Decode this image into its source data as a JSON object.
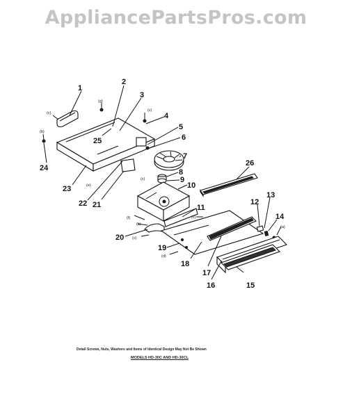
{
  "watermark": "AppliancePartsPros.com",
  "callouts": [
    "1",
    "2",
    "3",
    "4",
    "5",
    "6",
    "7",
    "8",
    "9",
    "10",
    "11",
    "12",
    "13",
    "14",
    "15",
    "16",
    "17",
    "18",
    "19",
    "20",
    "21",
    "22",
    "23",
    "24",
    "25",
    "26"
  ],
  "small_labels": [
    "(a)",
    "(b)",
    "(c)",
    "(d)",
    "(e)",
    "(f)",
    "(g)"
  ],
  "footer": {
    "note": "Detail Screws, Nuts, Washers and Items of Identical Design May Not Be Shown",
    "models": "MODELS HD-30C AND HD-30CL"
  }
}
